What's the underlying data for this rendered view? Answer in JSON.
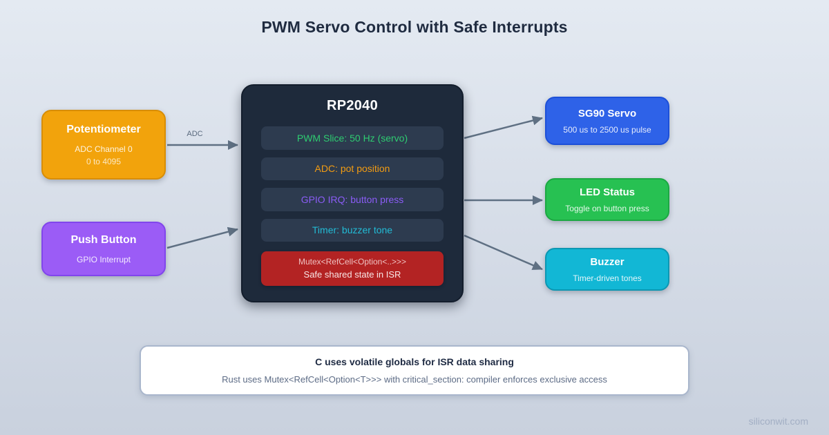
{
  "title": "PWM Servo Control with Safe Interrupts",
  "watermark": "siliconwit.com",
  "edge_label": "ADC",
  "colors": {
    "background_top": "#e4eaf2",
    "background_bottom": "#c9d1de",
    "arrow": "#5f7083",
    "title_text": "#1f2b40"
  },
  "inputs": [
    {
      "title": "Potentiometer",
      "lines": [
        "ADC Channel 0",
        "0 to 4095"
      ],
      "bg": "#f2a30c",
      "border": "#d88d05"
    },
    {
      "title": "Push Button",
      "lines": [
        "GPIO Interrupt"
      ],
      "bg": "#9b5cf6",
      "border": "#8145ec"
    }
  ],
  "mcu": {
    "title": "RP2040",
    "bg": "#1e2a3b",
    "row_bg": "#2d3b4f",
    "rows": [
      {
        "label": "PWM Slice: 50 Hz (servo)",
        "color": "#2ecc71"
      },
      {
        "label": "ADC: pot position",
        "color": "#f39c12"
      },
      {
        "label": "GPIO IRQ: button press",
        "color": "#8b5cf6"
      },
      {
        "label": "Timer: buzzer tone",
        "color": "#22bcd6"
      }
    ],
    "mutex": {
      "line1": "Mutex<RefCell<Option<..>>>",
      "line2": "Safe shared state in ISR",
      "bg": "#b32323"
    }
  },
  "outputs": [
    {
      "title": "SG90 Servo",
      "lines": [
        "500 us to 2500 us pulse"
      ],
      "bg": "#2e62e8",
      "border": "#1d50d8"
    },
    {
      "title": "LED Status",
      "lines": [
        "Toggle on button press"
      ],
      "bg": "#27c152",
      "border": "#1ca843"
    },
    {
      "title": "Buzzer",
      "lines": [
        "Timer-driven tones"
      ],
      "bg": "#12b7d5",
      "border": "#0c97b2"
    }
  ],
  "note": {
    "heading": "C uses volatile globals for ISR data sharing",
    "body": "Rust uses Mutex<RefCell<Option<T>>> with critical_section: compiler enforces exclusive access"
  }
}
